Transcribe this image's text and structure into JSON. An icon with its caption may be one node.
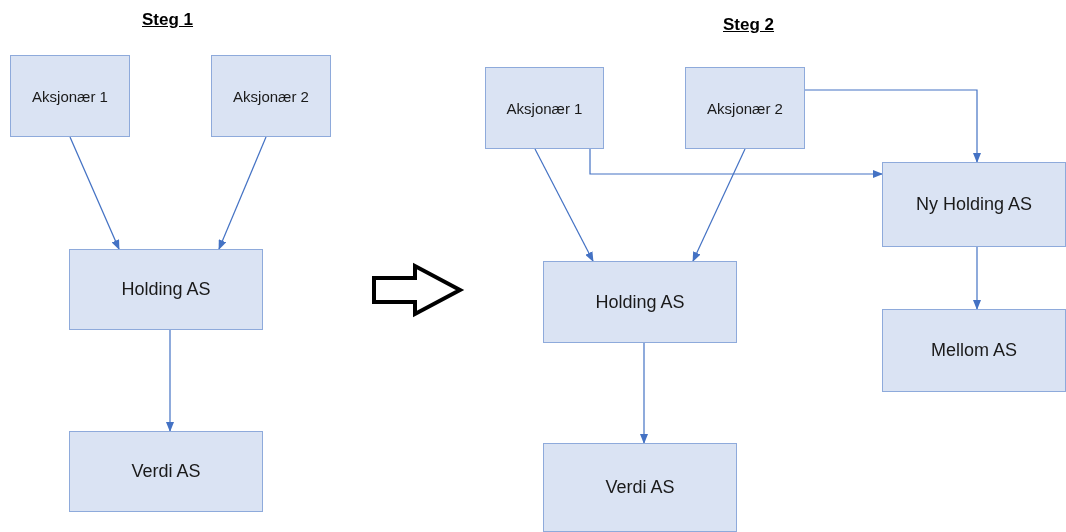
{
  "diagram": {
    "nodes": [
      {
        "text": [
          "Aksjonær 1"
        ]
      },
      {
        "text": [
          "Aksjonær 2"
        ]
      },
      {
        "text": [
          "Holding AS"
        ]
      },
      {
        "text": [
          "Verdi AS"
        ]
      },
      {
        "text": [
          "Aksjonær 1"
        ]
      },
      {
        "text": [
          "Aksjonær 2"
        ]
      },
      {
        "text": [
          "Ny Holding AS"
        ]
      },
      {
        "text": [
          "Holding AS"
        ]
      },
      {
        "text": [
          "Mellom AS"
        ]
      },
      {
        "text": [
          "Verdi AS"
        ]
      }
    ],
    "edges": [
      {
        "from": 0,
        "to": 2,
        "arrow": "to"
      },
      {
        "from": 1,
        "to": 2,
        "arrow": "to"
      },
      {
        "from": 2,
        "to": 3,
        "arrow": "to"
      },
      {
        "from": 4,
        "to": 7,
        "arrow": "to"
      },
      {
        "from": 5,
        "to": 7,
        "arrow": "to"
      },
      {
        "from": 5,
        "to": 6,
        "arrow": "to"
      },
      {
        "from": 4,
        "to": 6,
        "arrow": "to"
      },
      {
        "from": 7,
        "to": 9,
        "arrow": "to"
      },
      {
        "from": 6,
        "to": 8,
        "arrow": "to"
      }
    ],
    "labels": [
      "Steg 1",
      "Steg 2"
    ]
  }
}
